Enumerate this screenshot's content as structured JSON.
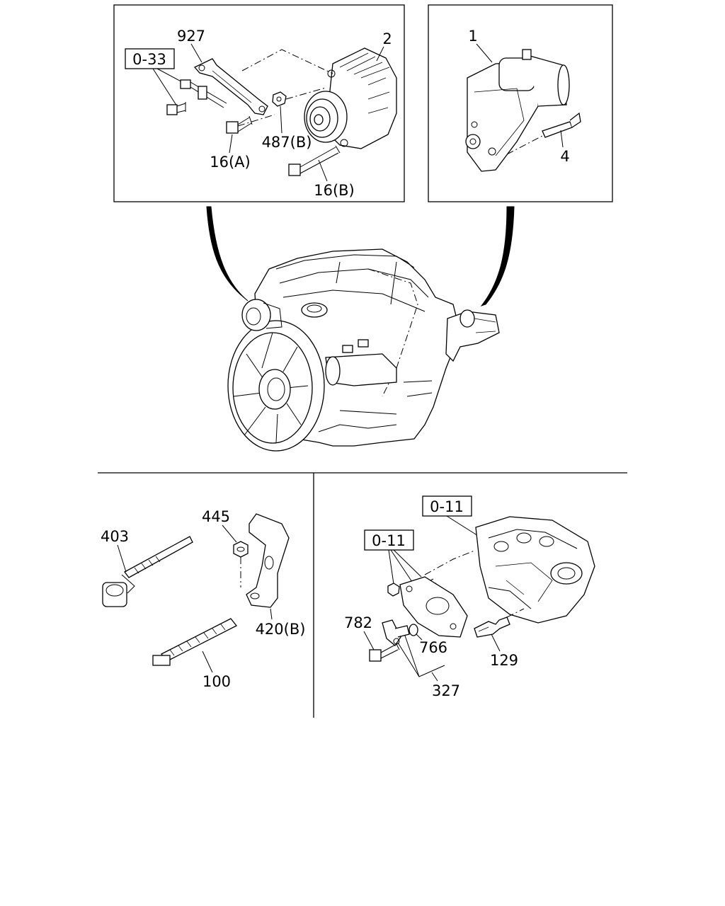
{
  "frames": {
    "alternator": {
      "ref_box": "0-33",
      "labels": {
        "bracket": "927",
        "alternator": "2",
        "nut": "487(B)",
        "bolt_a": "16(A)",
        "bolt_b": "16(B)"
      }
    },
    "starter": {
      "labels": {
        "starter": "1",
        "stud": "4"
      }
    },
    "harness": {
      "labels": {
        "clip": "403",
        "nut": "445",
        "bracket": "420(B)",
        "tie": "100"
      }
    },
    "sensor": {
      "ref_boxes": [
        "0-11",
        "0-11"
      ],
      "labels": {
        "bolt": "782",
        "oring": "766",
        "sensor_set": "327",
        "sensor": "129"
      }
    }
  }
}
